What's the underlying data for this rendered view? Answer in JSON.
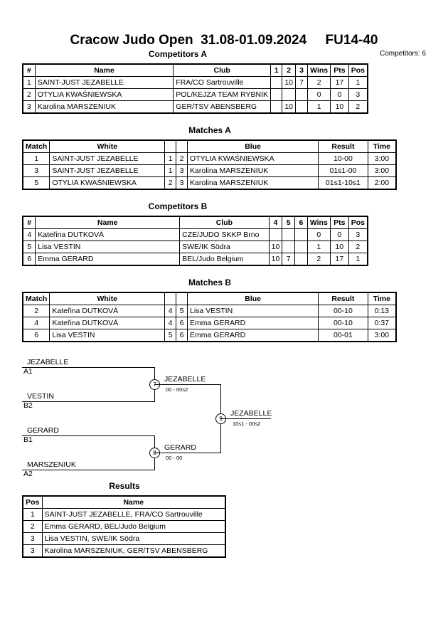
{
  "title": "Cracow Judo Open  31.08-01.09.2024     FU14-40",
  "competitors_count": "Competitors: 6",
  "competitors_a": {
    "heading": "Competitors A",
    "headers": [
      "#",
      "Name",
      "Club",
      "1",
      "2",
      "3",
      "Wins",
      "Pts",
      "Pos"
    ],
    "rows": [
      [
        "1",
        "SAINT-JUST JEZABELLE",
        "FRA/CO Sartrouville",
        "",
        "10",
        "7",
        "2",
        "17",
        "1"
      ],
      [
        "2",
        "OTYLIA KWAŚNIEWSKA",
        "POL/KEJZA TEAM RYBNIK",
        "",
        "",
        "",
        "0",
        "0",
        "3"
      ],
      [
        "3",
        "Karolina MARSZENIUK",
        "GER/TSV ABENSBERG",
        "",
        "10",
        "",
        "1",
        "10",
        "2"
      ]
    ]
  },
  "matches_a": {
    "heading": "Matches A",
    "headers": [
      "Match",
      "White",
      "",
      "",
      "Blue",
      "Result",
      "Time"
    ],
    "rows": [
      [
        "1",
        "SAINT-JUST JEZABELLE",
        "1",
        "2",
        "OTYLIA KWAŚNIEWSKA",
        "10-00",
        "3:00"
      ],
      [
        "3",
        "SAINT-JUST JEZABELLE",
        "1",
        "3",
        "Karolina MARSZENIUK",
        "01s1-00",
        "3:00"
      ],
      [
        "5",
        "OTYLIA KWAŚNIEWSKA",
        "2",
        "3",
        "Karolina MARSZENIUK",
        "01s1-10s1",
        "2:00"
      ]
    ]
  },
  "competitors_b": {
    "heading": "Competitors B",
    "headers": [
      "#",
      "Name",
      "Club",
      "4",
      "5",
      "6",
      "Wins",
      "Pts",
      "Pos"
    ],
    "rows": [
      [
        "4",
        "Kateřina DUTKOVÁ",
        "CZE/JUDO SKKP Brno",
        "",
        "",
        "",
        "0",
        "0",
        "3"
      ],
      [
        "5",
        "Lisa VESTIN",
        "SWE/IK Södra",
        "10",
        "",
        "",
        "1",
        "10",
        "2"
      ],
      [
        "6",
        "Emma GERARD",
        "BEL/Judo Belgium",
        "10",
        "7",
        "",
        "2",
        "17",
        "1"
      ]
    ]
  },
  "matches_b": {
    "heading": "Matches B",
    "headers": [
      "Match",
      "White",
      "",
      "",
      "Blue",
      "Result",
      "Time"
    ],
    "rows": [
      [
        "2",
        "Kateřina DUTKOVÁ",
        "4",
        "5",
        "Lisa VESTIN",
        "00-10",
        "0:13"
      ],
      [
        "4",
        "Kateřina DUTKOVÁ",
        "4",
        "6",
        "Emma GERARD",
        "00-10",
        "0:37"
      ],
      [
        "6",
        "Lisa VESTIN",
        "5",
        "6",
        "Emma GERARD",
        "00-01",
        "3:00"
      ]
    ]
  },
  "bracket": {
    "sf1_top": "JEZABELLE",
    "sf1_top_seed": "A1",
    "sf1_bottom": "VESTIN",
    "sf1_bottom_seed": "B2",
    "sf1_no": "7",
    "sf1_winner": "JEZABELLE",
    "sf1_score": "00 - 00s2",
    "sf2_top": "GERARD",
    "sf2_top_seed": "B1",
    "sf2_bottom": "MARSZENIUK",
    "sf2_bottom_seed": "A2",
    "sf2_no": "8",
    "sf2_winner": "GERARD",
    "sf2_score": "00 - 00",
    "final_no": "9",
    "final_winner": "JEZABELLE",
    "final_score": "10s1 - 00s2"
  },
  "results": {
    "heading": "Results",
    "headers": [
      "Pos",
      "Name"
    ],
    "rows": [
      [
        "1",
        "SAINT-JUST JEZABELLE, FRA/CO Sartrouville"
      ],
      [
        "2",
        "Emma GERARD, BEL/Judo Belgium"
      ],
      [
        "3",
        "Lisa VESTIN, SWE/IK Södra"
      ],
      [
        "3",
        "Karolina MARSZENIUK, GER/TSV ABENSBERG"
      ]
    ]
  }
}
